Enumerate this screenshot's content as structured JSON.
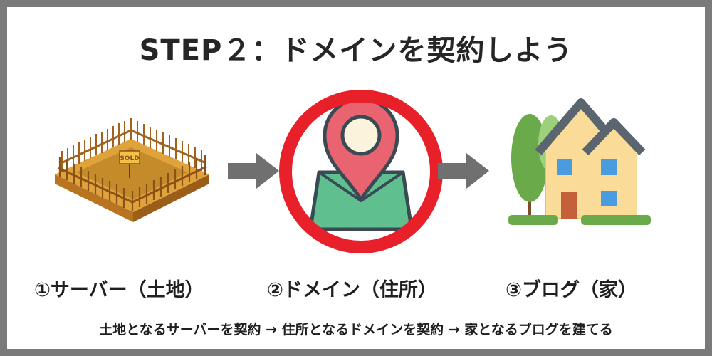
{
  "title": "STEP２：ドメインを契約しよう",
  "steps": [
    {
      "label": "①サーバー（土地）",
      "sign_text": "SOLD",
      "icon": "sold-land-icon"
    },
    {
      "label": "②ドメイン（住所）",
      "icon": "map-pin-icon"
    },
    {
      "label": "③ブログ（家）",
      "icon": "house-icon"
    }
  ],
  "caption": "土地となるサーバーを契約 → 住所となるドメインを契約 → 家となるブログを建てる",
  "colors": {
    "frame": "#7a7a7a",
    "arrow": "#707070",
    "highlight_ring": "#e8202a",
    "pin": "#e96470",
    "map": "#5fbf8f",
    "house_wall": "#fadb98",
    "house_roof": "#5a6570",
    "window": "#4a9be0",
    "door": "#c4603a",
    "tree": "#6aaa4a",
    "land": "#c58a2a"
  }
}
